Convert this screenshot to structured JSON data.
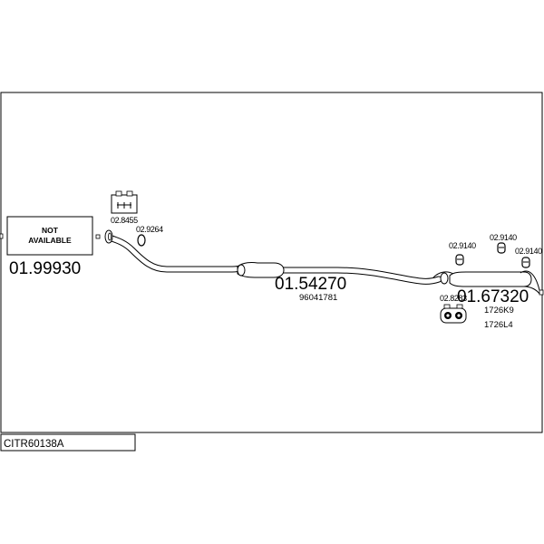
{
  "parts": {
    "front": {
      "code": "01.99930",
      "note_line1": "NOT",
      "note_line2": "AVAILABLE"
    },
    "middle": {
      "code": "01.54270",
      "oem": "96041781"
    },
    "rear": {
      "code": "01.67320",
      "oem1": "1726K9",
      "oem2": "1726L4"
    }
  },
  "accessories": {
    "clamp": "02.8455",
    "gasket": "02.9264",
    "hanger_left": "02.9140",
    "hanger_mid": "02.9140",
    "hanger_right": "02.9140",
    "bracket": "02.8283"
  },
  "model_code": "CITR60138A",
  "icons": [
    "clamp-icon",
    "gasket-icon",
    "rubber-hanger-icon",
    "mounting-bracket-icon"
  ]
}
